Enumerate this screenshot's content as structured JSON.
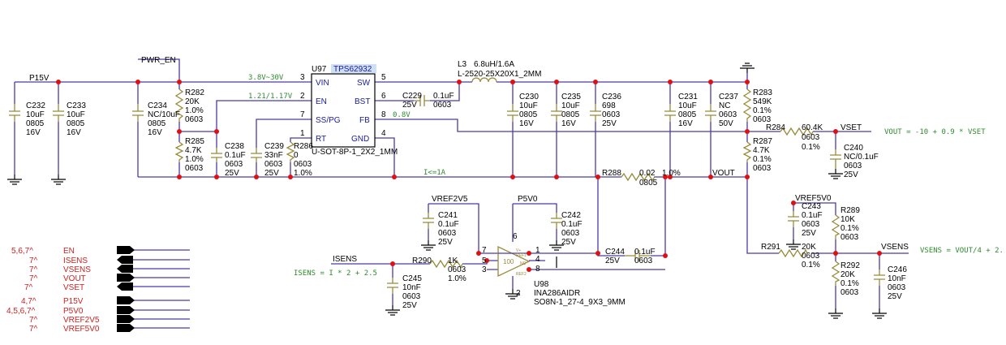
{
  "nets": {
    "pwr_en": "PWR_EN",
    "p15v": "P15V",
    "vset": "VSET",
    "vout": "VOUT",
    "isens": "ISENS",
    "vref2v5": "VREF2V5",
    "p5v0": "P5V0",
    "vref5v0": "VREF5V0",
    "vsens": "VSENS"
  },
  "annotations": {
    "vin_range": "3.8V~30V",
    "en_th": "1.21/1.17V",
    "fb_v": "0.8V",
    "ilim": "I<=1A",
    "vout_eq": "VOUT = -10 + 0.9 * VSET",
    "isens_eq": "ISENS = I * 2 + 2.5",
    "vsens_eq": "VSENS = VOUT/4 + 2."
  },
  "u97": {
    "ref": "U97",
    "part": "TPS62932",
    "pkg": "U-SOT-8P-1_2X2_1MM",
    "pins": {
      "vin": "VIN",
      "en": "EN",
      "sspg": "SS/PG",
      "rt": "RT",
      "sw": "SW",
      "bst": "BST",
      "fb": "FB",
      "gnd": "GND"
    },
    "nums": [
      "3",
      "2",
      "7",
      "1",
      "5",
      "6",
      "8",
      "4"
    ]
  },
  "l3": {
    "ref": "L3",
    "val": "6.8uH/1.6A",
    "pkg": "L-2520-25X20X1_2MM"
  },
  "u98": {
    "ref": "U98",
    "part": "INA286AIDR",
    "pkg": "SO8N-1_27-4_9X3_9MM",
    "gain": "100",
    "ref1": "REF1",
    "ref2": "REF2",
    "nc": "NC",
    "v": "V+",
    "pins": {
      "p6": "6",
      "p7": "7",
      "p5": "5",
      "p3": "3",
      "p1": "1",
      "p4": "4",
      "p8": "8",
      "p2": "2"
    }
  },
  "caps": {
    "c232": [
      "C232",
      "10uF",
      "0805",
      "16V"
    ],
    "c233": [
      "C233",
      "10uF",
      "0805",
      "16V"
    ],
    "c234": [
      "C234",
      "NC/10uF",
      "0805",
      "16V"
    ],
    "c238": [
      "C238",
      "0.1uF",
      "0603",
      "25V"
    ],
    "c239": [
      "C239",
      "33nF",
      "0603",
      "25V"
    ],
    "c229": [
      "C229",
      "0.1uF",
      "25V",
      "0603"
    ],
    "c230": [
      "C230",
      "10uF",
      "0805",
      "16V"
    ],
    "c235": [
      "C235",
      "10uF",
      "0805",
      "16V"
    ],
    "c236": [
      "C236",
      "698",
      "0603",
      "25V"
    ],
    "c231": [
      "C231",
      "10uF",
      "0805",
      "16V"
    ],
    "c237": [
      "C237",
      "NC",
      "0603",
      "50V"
    ],
    "c240": [
      "C240",
      "NC/0.1uF",
      "0603",
      "25V"
    ],
    "c241": [
      "C241",
      "0.1uF",
      "0603",
      "25V"
    ],
    "c242": [
      "C242",
      "0.1uF",
      "0603",
      "25V"
    ],
    "c244": [
      "C244",
      "0.1uF",
      "25V",
      "0603"
    ],
    "c245": [
      "C245",
      "10nF",
      "0603",
      "25V"
    ],
    "c243": [
      "C243",
      "0.1uF",
      "0603",
      "25V"
    ],
    "c246": [
      "C246",
      "10nF",
      "0603",
      "25V"
    ]
  },
  "res": {
    "r282": [
      "R282",
      "20K",
      "1.0%",
      "0603"
    ],
    "r285": [
      "R285",
      "4.7K",
      "1.0%",
      "0603"
    ],
    "r286": [
      "R286",
      "0",
      "0603",
      "1.0%"
    ],
    "r283": [
      "R283",
      "549K",
      "0.1%",
      "0603"
    ],
    "r284": [
      "R284",
      "60.4K",
      "0603",
      "0.1%"
    ],
    "r287": [
      "R287",
      "4.7K",
      "0.1%",
      "0603"
    ],
    "r288": [
      "R288",
      "0.02",
      "0805",
      "1.0%"
    ],
    "r290": [
      "R290",
      "1K",
      "0603",
      "1.0%"
    ],
    "r289": [
      "R289",
      "10K",
      "0.1%",
      "0603"
    ],
    "r291": [
      "R291",
      "20K",
      "0603",
      "0.1%"
    ],
    "r292": [
      "R292",
      "20K",
      "0.1%",
      "0603"
    ]
  },
  "ports": [
    {
      "ref": "5,6,7^",
      "name": "EN"
    },
    {
      "ref": "7^",
      "name": "ISENS"
    },
    {
      "ref": "7^",
      "name": "VSENS"
    },
    {
      "ref": "7^",
      "name": "VOUT"
    },
    {
      "ref": "7^",
      "name": "VSET"
    },
    {
      "ref": "4,7^",
      "name": "P15V"
    },
    {
      "ref": "4,5,6,7^",
      "name": "P5V0"
    },
    {
      "ref": "7^",
      "name": "VREF2V5"
    },
    {
      "ref": "7^",
      "name": "VREF5V0"
    }
  ]
}
